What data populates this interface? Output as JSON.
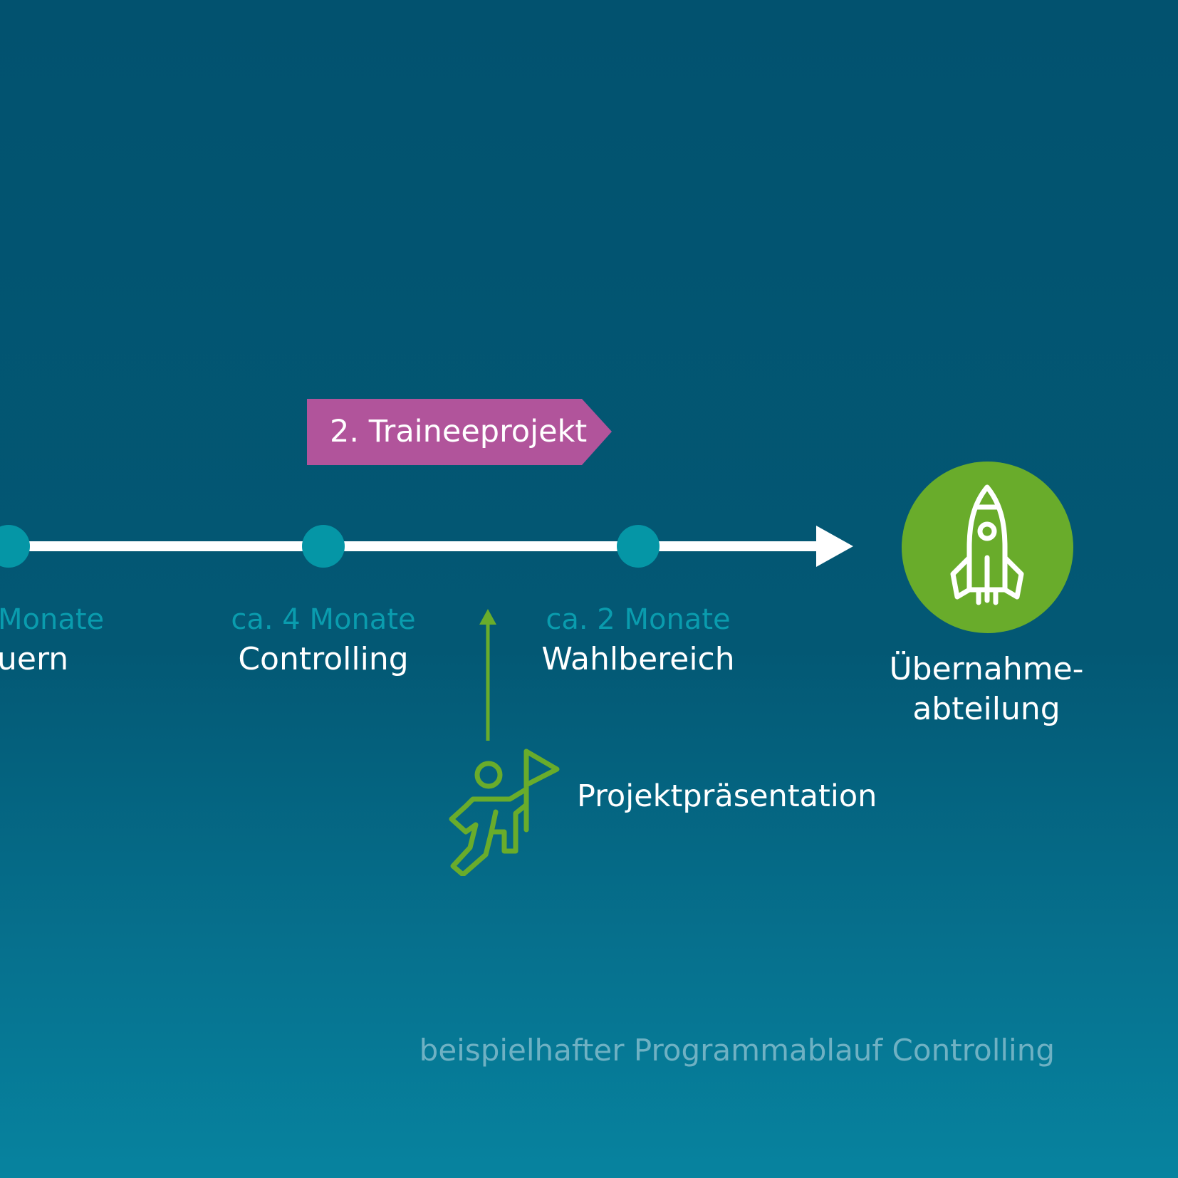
{
  "colors": {
    "background_top": "#02526f",
    "background_bottom": "#07839f",
    "timeline": "#ffffff",
    "dot": "#0596a6",
    "duration_text": "#0a9cae",
    "project_banner": "#b1549b",
    "accent_green": "#69ac2b",
    "caption": "#6fb1c3"
  },
  "timeline": {
    "stations": [
      {
        "duration": "Monate",
        "phase": "uern"
      },
      {
        "duration": "ca. 4 Monate",
        "phase": "Controlling"
      },
      {
        "duration": "ca. 2 Monate",
        "phase": "Wahlbereich"
      }
    ]
  },
  "project_banner": {
    "label": "2. Traineeprojekt"
  },
  "milestone": {
    "icon": "person-with-flag-icon",
    "label": "Projektpräsentation"
  },
  "destination": {
    "icon": "rocket-icon",
    "label_line1": "Übernahme-",
    "label_line2": "abteilung"
  },
  "caption": "beispielhafter Programmablauf Controlling"
}
